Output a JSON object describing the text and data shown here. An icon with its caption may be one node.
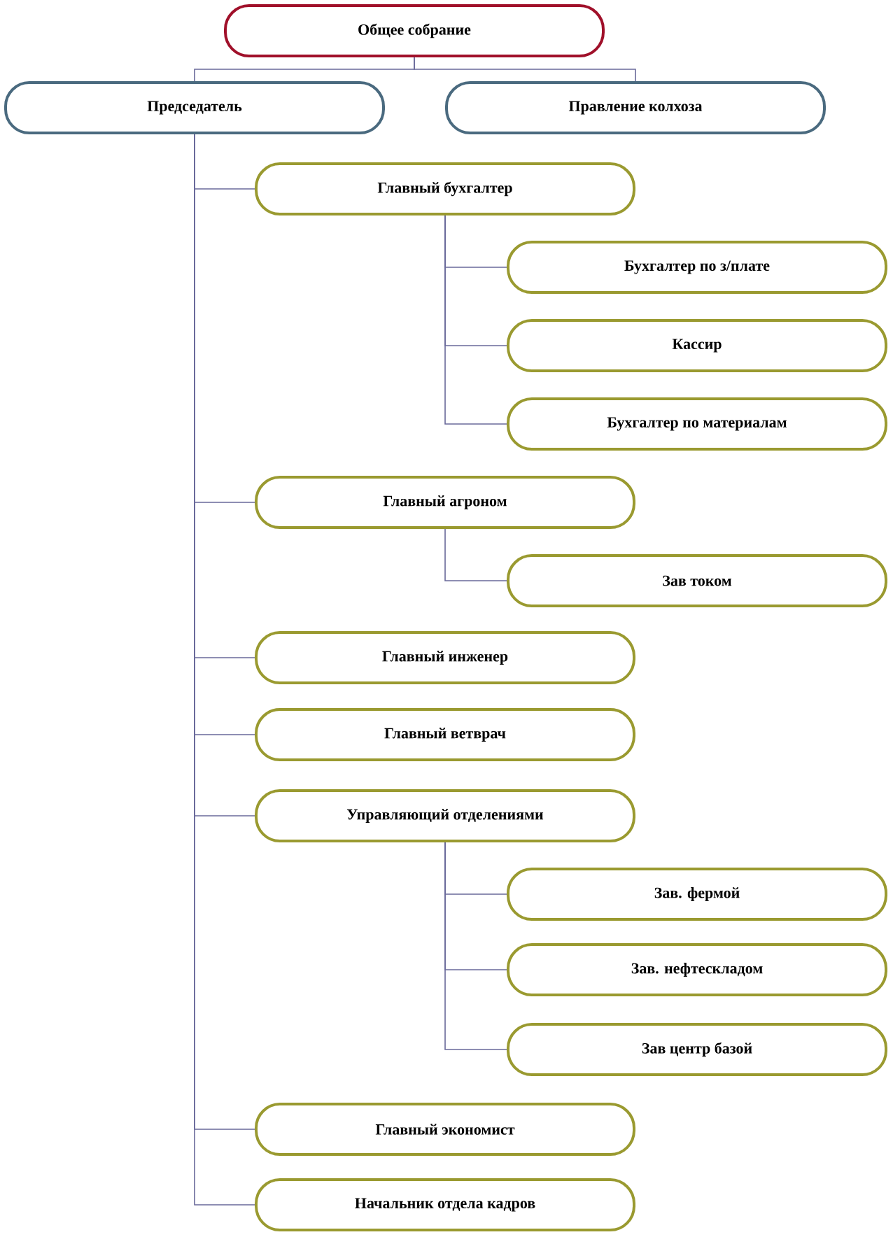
{
  "diagram": {
    "nodes": [
      {
        "text": [
          "Общее собрание"
        ]
      },
      {
        "text": [
          "Председатель"
        ]
      },
      {
        "text": [
          "Правление колхоза"
        ]
      },
      {
        "text": [
          "Главный бухгалтер"
        ]
      },
      {
        "text": [
          "Бухгалтер по з/плате"
        ]
      },
      {
        "text": [
          "Кассир"
        ]
      },
      {
        "text": [
          "Бухгалтер по материалам"
        ]
      },
      {
        "text": [
          "Главный агроном"
        ]
      },
      {
        "text": [
          "Зав током"
        ]
      },
      {
        "text": [
          "Главный инженер"
        ]
      },
      {
        "text": [
          "Главный ветврач"
        ]
      },
      {
        "text": [
          "Управляющий отделениями"
        ]
      },
      {
        "text": [
          "Зав. фермой"
        ]
      },
      {
        "text": [
          "Зав. нефтескладом"
        ]
      },
      {
        "text": [
          "Зав центр базой"
        ]
      },
      {
        "text": [
          "Главный экономист"
        ]
      },
      {
        "text": [
          "Начальник отдела кадров"
        ]
      }
    ],
    "edges": [
      {
        "from": 0,
        "to": 1,
        "arrow": "none"
      },
      {
        "from": 0,
        "to": 2,
        "arrow": "none"
      },
      {
        "from": 1,
        "to": 3,
        "arrow": "none"
      },
      {
        "from": 3,
        "to": 4,
        "arrow": "none"
      },
      {
        "from": 3,
        "to": 5,
        "arrow": "none"
      },
      {
        "from": 3,
        "to": 6,
        "arrow": "none"
      },
      {
        "from": 1,
        "to": 7,
        "arrow": "none"
      },
      {
        "from": 7,
        "to": 8,
        "arrow": "none"
      },
      {
        "from": 1,
        "to": 9,
        "arrow": "none"
      },
      {
        "from": 1,
        "to": 10,
        "arrow": "none"
      },
      {
        "from": 1,
        "to": 11,
        "arrow": "none"
      },
      {
        "from": 11,
        "to": 12,
        "arrow": "none"
      },
      {
        "from": 11,
        "to": 13,
        "arrow": "none"
      },
      {
        "from": 11,
        "to": 14,
        "arrow": "none"
      },
      {
        "from": 1,
        "to": 15,
        "arrow": "none"
      },
      {
        "from": 1,
        "to": 16,
        "arrow": "none"
      }
    ]
  }
}
